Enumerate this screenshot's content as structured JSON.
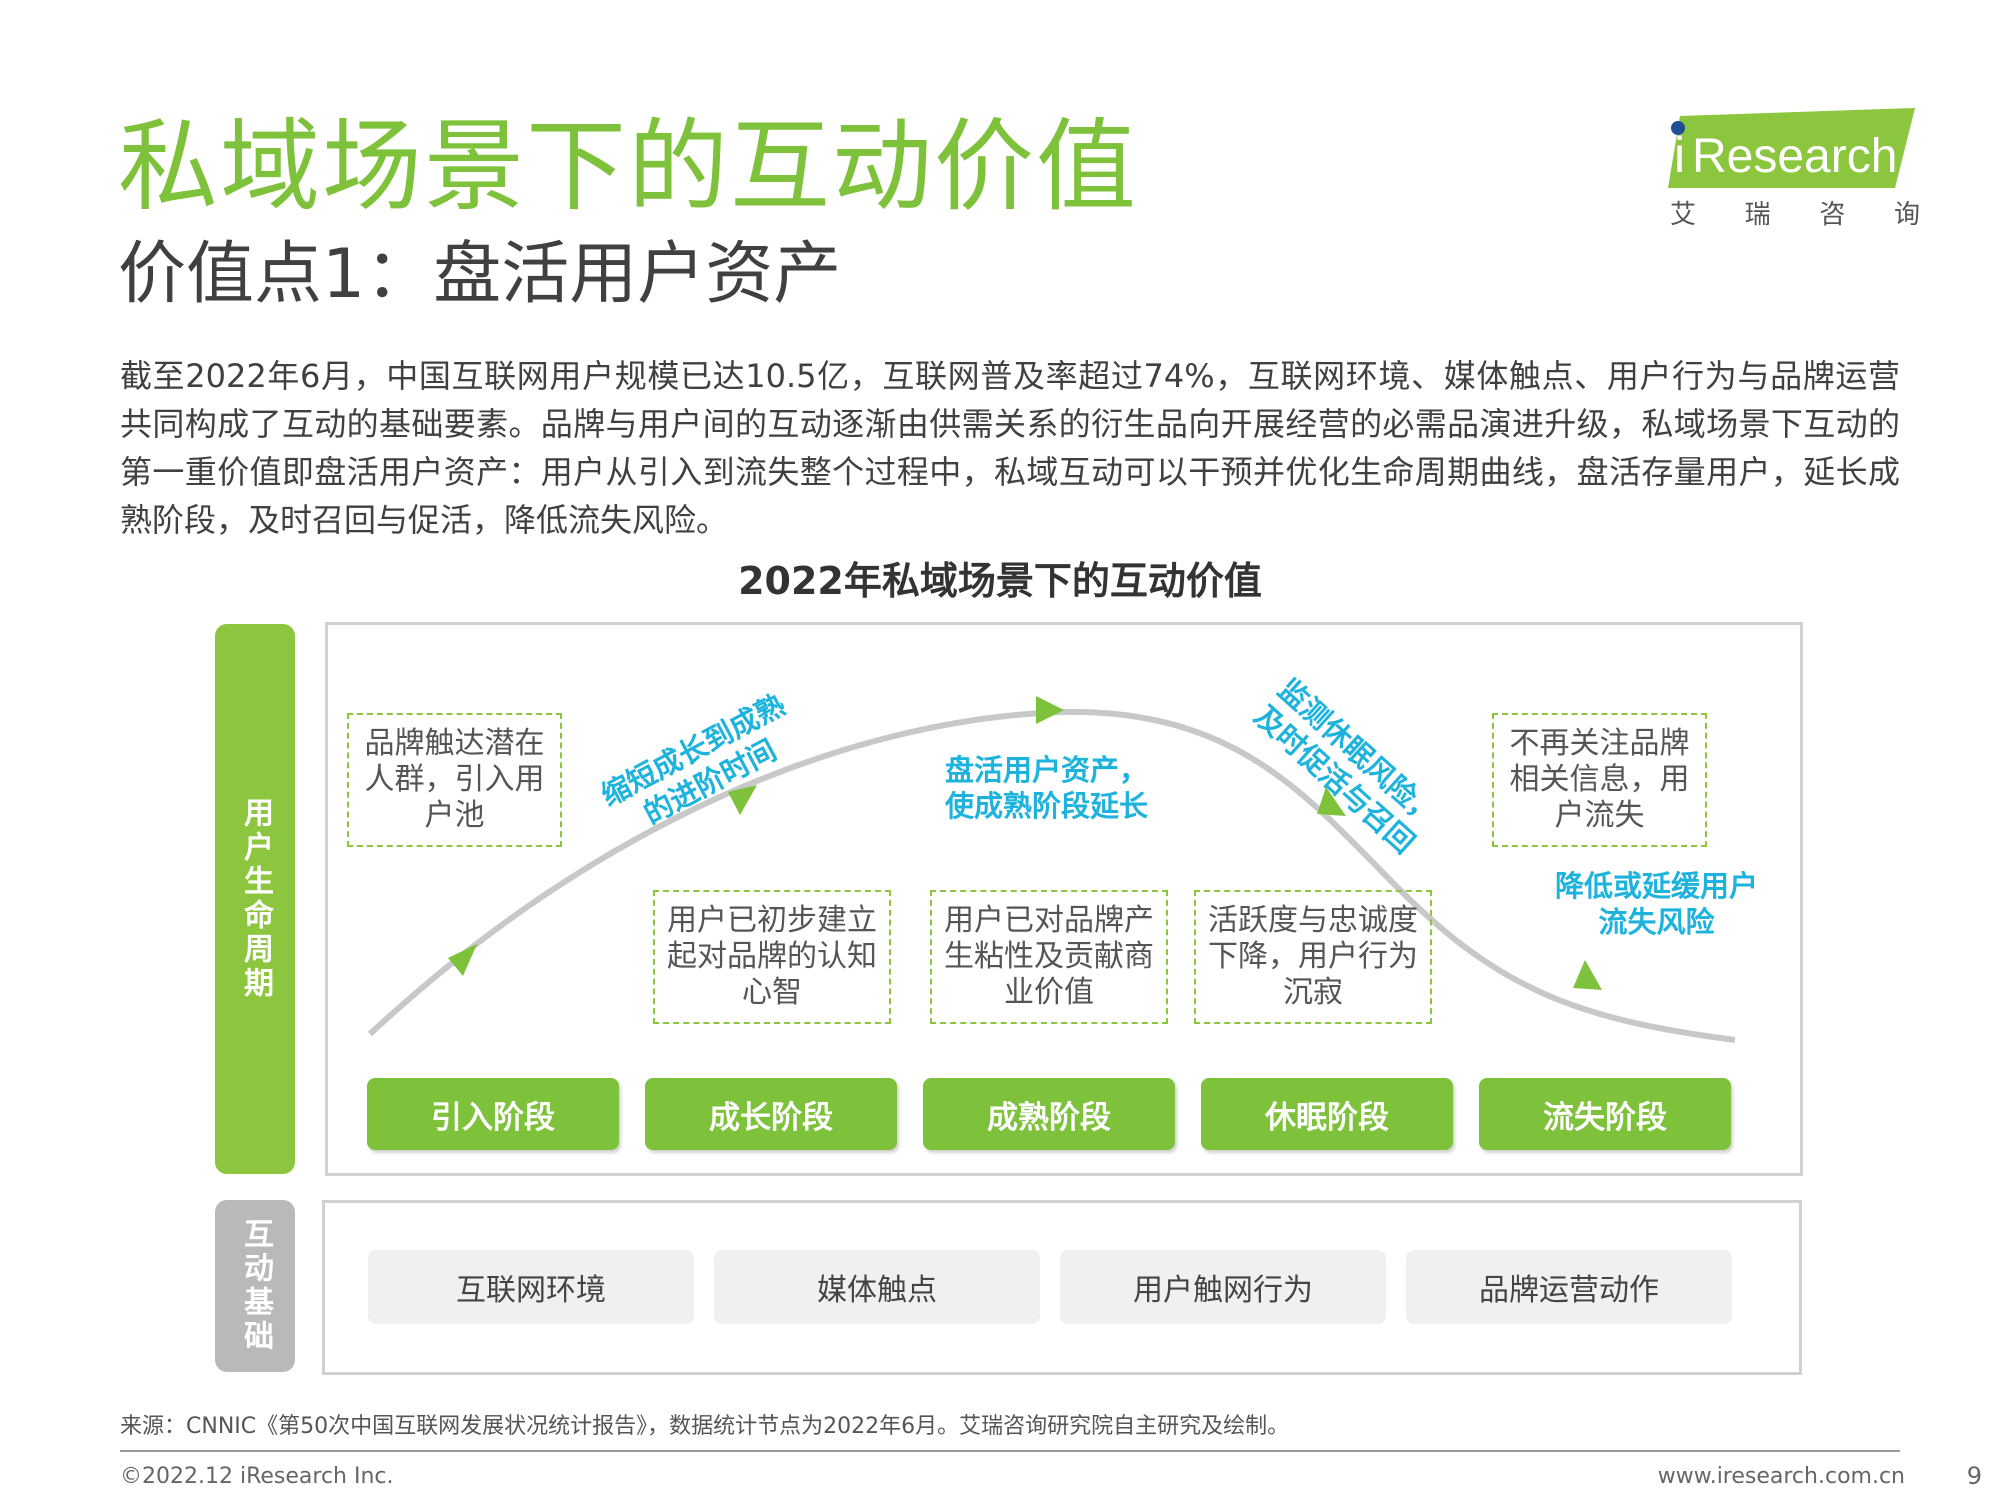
{
  "header": {
    "title": "私域场景下的互动价值",
    "subtitle": "价值点1：盘活用户资产"
  },
  "logo": {
    "brand": "Research",
    "brand_prefix": "i",
    "cn_chars": [
      "艾",
      "瑞",
      "咨",
      "询"
    ],
    "accent_color": "#8cc63e",
    "dot_color": "#1f4e96"
  },
  "intro": "截至2022年6月，中国互联网用户规模已达10.5亿，互联网普及率超过74%，互联网环境、媒体触点、用户行为与品牌运营共同构成了互动的基础要素。品牌与用户间的互动逐渐由供需关系的衍生品向开展经营的必需品演进升级，私域场景下互动的第一重价值即盘活用户资产：用户从引入到流失整个过程中，私域互动可以干预并优化生命周期曲线，盘活存量用户，延长成熟阶段，及时召回与促活，降低流失风险。",
  "diagram": {
    "title": "2022年私域场景下的互动价值",
    "lifecycle_label": "用户生命周期",
    "foundation_label": "互动基础",
    "notes": [
      "品牌触达潜在人群，引入用户池",
      "用户已初步建立起对品牌的认知心智",
      "用户已对品牌产生粘性及贡献商业价值",
      "活跃度与忠诚度下降，用户行为沉寂",
      "不再关注品牌相关信息，用户流失"
    ],
    "stages": [
      "引入阶段",
      "成长阶段",
      "成熟阶段",
      "休眠阶段",
      "流失阶段"
    ],
    "annotations": {
      "growth": [
        "缩短成长到成熟",
        "的进阶时间"
      ],
      "mature": [
        "盘活用户资产，",
        "使成熟阶段延长"
      ],
      "dormant": [
        "监测休眠风险，",
        "及时促活与召回"
      ],
      "churn": [
        "降低或延缓用户",
        "流失风险"
      ]
    },
    "foundations": [
      "互联网环境",
      "媒体触点",
      "用户触网行为",
      "品牌运营动作"
    ],
    "colors": {
      "green": "#7dc23a",
      "cyan": "#1eb3dd",
      "gray": "#b9b9b9"
    }
  },
  "footer": {
    "source": "来源：CNNIC《第50次中国互联网发展状况统计报告》，数据统计节点为2022年6月。艾瑞咨询研究院自主研究及绘制。",
    "copyright": "©2022.12 iResearch Inc.",
    "website": "www.iresearch.com.cn",
    "page": "9"
  }
}
